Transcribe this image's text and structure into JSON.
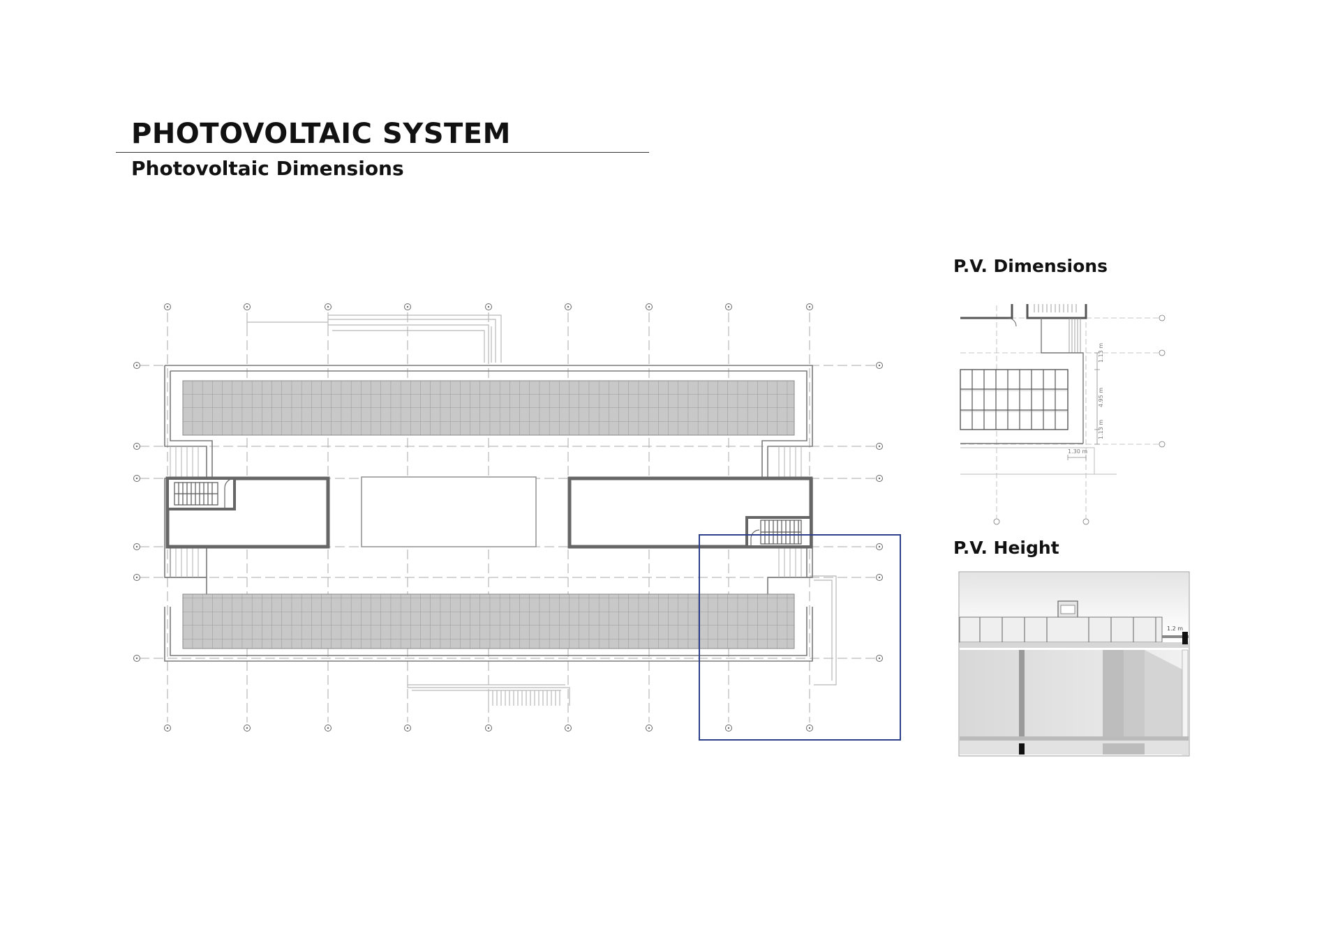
{
  "header": {
    "title": "PHOTOVOLTAIC SYSTEM",
    "subtitle": "Photovoltaic Dimensions"
  },
  "details": {
    "dimensions": {
      "title": "P.V. Dimensions",
      "label_top": "1.13 m",
      "label_mid": "4.95 m",
      "label_bottom": "1.13 m",
      "label_width": "1.30 m"
    },
    "height": {
      "title": "P.V. Height",
      "label": "1.2 m"
    }
  },
  "colors": {
    "panel_fill": "#c8c8c8",
    "panel_grid": "#8a8a8a",
    "wall": "#555555",
    "gridline": "#9a9a9a",
    "highlight_box": "#2b3f8a"
  }
}
